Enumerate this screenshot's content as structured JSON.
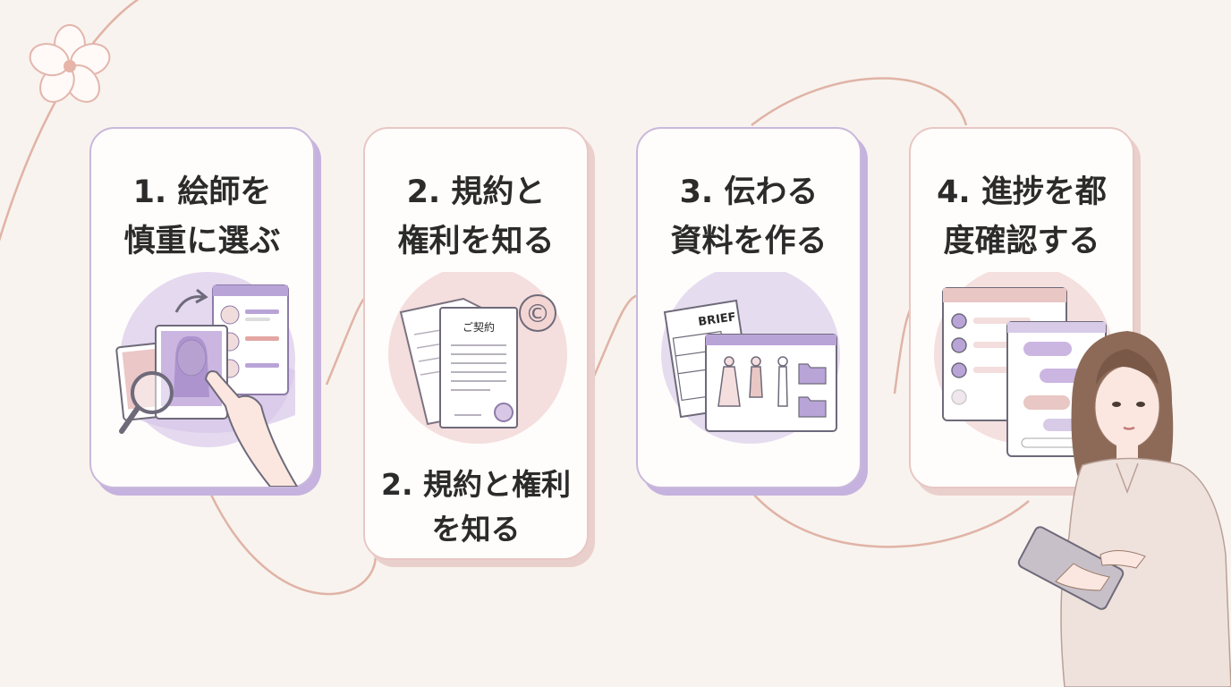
{
  "cards": [
    {
      "line1": "1. 絵師を",
      "line2": "慎重に選ぶ",
      "icon": "artist-search-icon",
      "accent": "#b9a4d8"
    },
    {
      "line1": "2. 規約と",
      "line2": "権利を知る",
      "icon": "contract-icon",
      "accent": "#e8c7c4",
      "document_label": "ご契約",
      "copyright_symbol": "©",
      "caption_line1": "2. 規約と権利",
      "caption_line2": "を知る"
    },
    {
      "line1": "3. 伝わる",
      "line2": "資料を作る",
      "icon": "reference-brief-icon",
      "accent": "#b9a4d8",
      "brief_label": "BRIEF"
    },
    {
      "line1": "4. 進捗を都",
      "line2": "度確認する",
      "icon": "progress-chat-icon",
      "accent": "#e8c7c4"
    }
  ],
  "colors": {
    "background": "#f8f3ee",
    "lavender": "#b9a4d8",
    "pink": "#e8c7c4",
    "rose_line": "#d9a79a",
    "text": "#2b2b2b"
  }
}
